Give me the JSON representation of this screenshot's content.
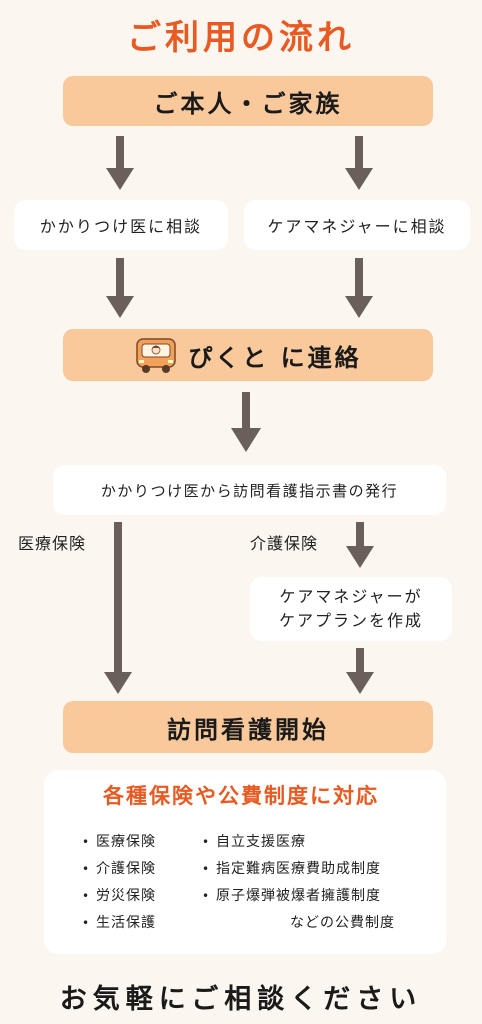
{
  "title": "ご利用の流れ",
  "flow": {
    "start": "ご本人・ご家族",
    "consult_doctor": "かかりつけ医に相談",
    "consult_caremanager": "ケアマネジャーに相談",
    "contact": "ぴくと に連絡",
    "instruction": "かかりつけ医から訪問看護指示書の発行",
    "medical_insurance": "医療保険",
    "care_insurance": "介護保険",
    "careplan_line1": "ケアマネジャーが",
    "careplan_line2": "ケアプランを作成",
    "start_visit": "訪問看護開始"
  },
  "insurance": {
    "heading": "各種保険や公費制度に対応",
    "left_items": [
      "医療保険",
      "介護保険",
      "労災保険",
      "生活保護"
    ],
    "right_items": [
      "自立支援医療",
      "指定難病医療費助成制度",
      "原子爆弾被爆者擁護制度"
    ],
    "note": "などの公費制度"
  },
  "footer": "お気軽にご相談ください",
  "colors": {
    "background": "#fbf6ef",
    "accent": "#e85a22",
    "pill": "#f9c99c",
    "arrow": "#6b5f5b"
  },
  "icons": {
    "bus": "bus-icon",
    "arrow": "arrow-down-icon"
  }
}
